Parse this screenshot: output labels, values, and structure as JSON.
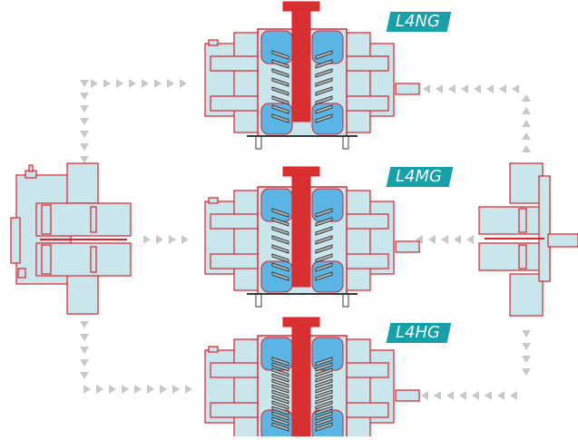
{
  "colors": {
    "outline": "#e0202c",
    "body_fill": "#c8e6ec",
    "rotor_blue": "#5ab4e4",
    "screw_dark": "#3a3a3a",
    "screw_light": "#c0c0c0",
    "port_red": "#d83030",
    "arrow": "#c8c8c8",
    "label_bg": "#16a0a8",
    "label_text": "#ffffff"
  },
  "variants": [
    {
      "label": "L4NG",
      "icon": "pump-cross-section"
    },
    {
      "label": "L4MG",
      "icon": "pump-cross-section"
    },
    {
      "label": "L4HG",
      "icon": "pump-cross-section"
    }
  ],
  "drive_units": [
    {
      "side": "left",
      "icon": "drive-end-cover"
    },
    {
      "side": "right",
      "icon": "drive-shaft-housing"
    }
  ],
  "arrows": {
    "glyph": "▶"
  }
}
